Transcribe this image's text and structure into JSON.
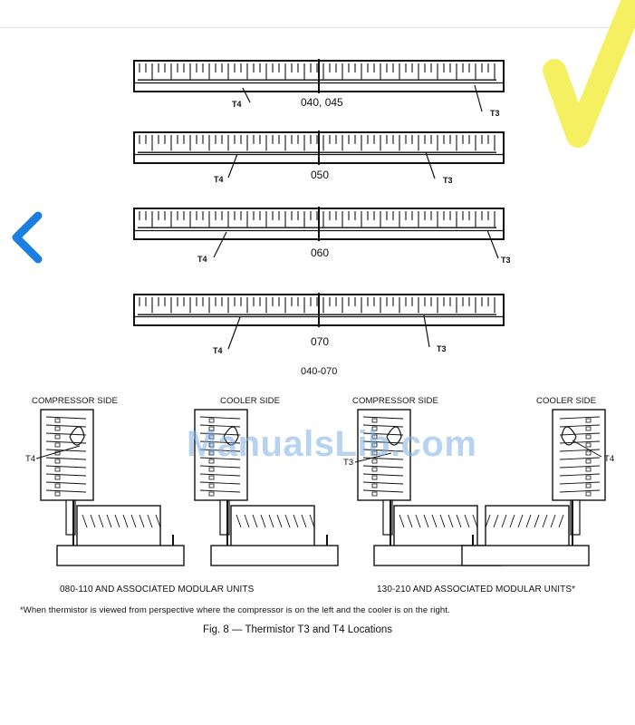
{
  "coil_diagrams": {
    "caption": "040-070",
    "rows": [
      {
        "model": "040, 045",
        "t4_label": "T4",
        "t3_label": "T3"
      },
      {
        "model": "050",
        "t4_label": "T4",
        "t3_label": "T3"
      },
      {
        "model": "060",
        "t4_label": "T4",
        "t3_label": "T3"
      },
      {
        "model": "070",
        "t4_label": "T4",
        "t3_label": "T3"
      }
    ]
  },
  "side_views": {
    "group_left": {
      "compressor_side": "COMPRESSOR SIDE",
      "cooler_side": "COOLER SIDE",
      "sensor_label": "T4",
      "caption": "080-110 AND ASSOCIATED MODULAR UNITS"
    },
    "group_right": {
      "compressor_side": "COMPRESSOR SIDE",
      "cooler_side": "COOLER SIDE",
      "sensor_left_label": "T3",
      "sensor_right_label": "T4",
      "caption": "130-210 AND ASSOCIATED MODULAR UNITS*"
    }
  },
  "footnote": "*When thermistor is viewed from perspective where the compressor is on the left and the cooler is on the right.",
  "figure_title": "Fig. 8 — Thermistor T3 and T4 Locations",
  "watermark": "ManualsLib.com",
  "colors": {
    "nav_arrow": "#1a7fe0",
    "check_mark": "#f4ef5a",
    "watermark": "#7fb0e2"
  },
  "icons": {
    "prev": "chevron-left-icon",
    "check": "check-mark-icon"
  }
}
